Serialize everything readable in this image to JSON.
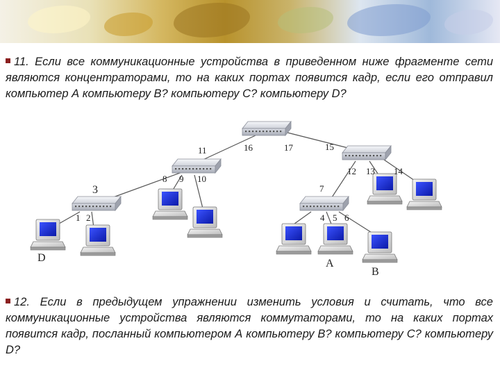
{
  "questions": {
    "q11": "11. Если все коммуникационные устройства в приведенном ниже фрагменте сети являются концентраторами, то на каких портах появится кадр, если его отправил компьютер А компьютеру В? компьютеру С? компьютеру D?",
    "q12": "12. Если в предыдущем упражнении изменить условия и считать, что все коммуникационные устройства являются коммутаторами, то на каких портах появится кадр, посланный компьютером А компьютеру В? компьютеру С? компьютеру D?"
  },
  "ports": {
    "p1": "1",
    "p2": "2",
    "p3": "3",
    "p4": "4",
    "p5": "5",
    "p6": "6",
    "p7": "7",
    "p8": "8",
    "p9": "9",
    "p10": "10",
    "p11": "11",
    "p12": "12",
    "p13": "13",
    "p14": "14",
    "p15": "15",
    "p16": "16",
    "p17": "17"
  },
  "computers": {
    "a": "A",
    "b": "B",
    "d": "D"
  },
  "colors": {
    "screen": "#1a2ee0",
    "cable": "#555555",
    "device": "#e4e6ec",
    "bullet": "#8b1e1e"
  }
}
